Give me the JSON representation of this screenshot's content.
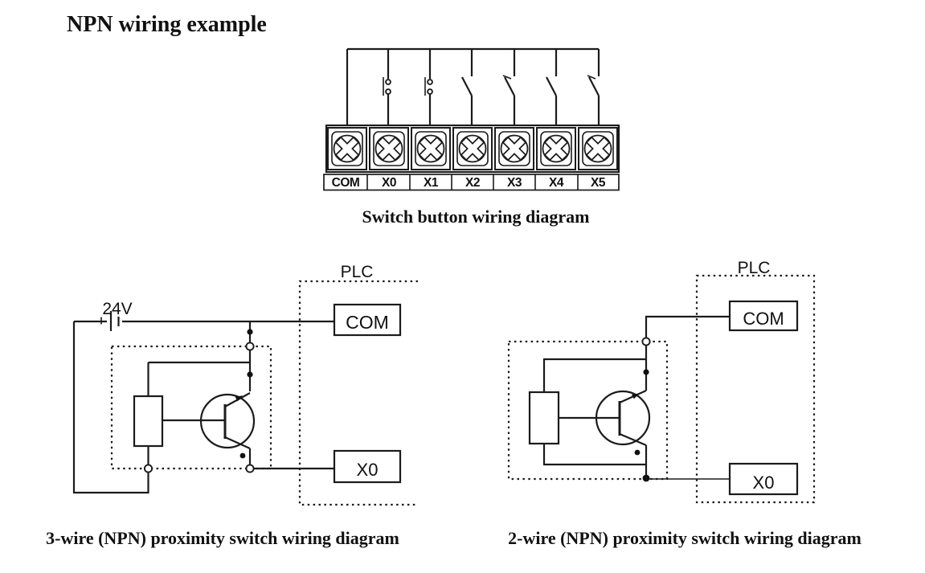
{
  "page": {
    "title": "NPN wiring example",
    "background": "#ffffff",
    "ink": "#1b1b1b"
  },
  "switch_panel": {
    "caption": "Switch button wiring diagram",
    "terminals": [
      "COM",
      "X0",
      "X1",
      "X2",
      "X3",
      "X4",
      "X5"
    ]
  },
  "three_wire_diagram": {
    "caption": "3-wire (NPN) proximity switch wiring diagram",
    "supply_label": "24V",
    "plc_label": "PLC",
    "com_terminal_label": "COM",
    "input_terminal_label": "X0"
  },
  "two_wire_diagram": {
    "caption": "2-wire (NPN) proximity switch wiring diagram",
    "plc_label": "PLC",
    "com_terminal_label": "COM",
    "input_terminal_label": "X0"
  }
}
